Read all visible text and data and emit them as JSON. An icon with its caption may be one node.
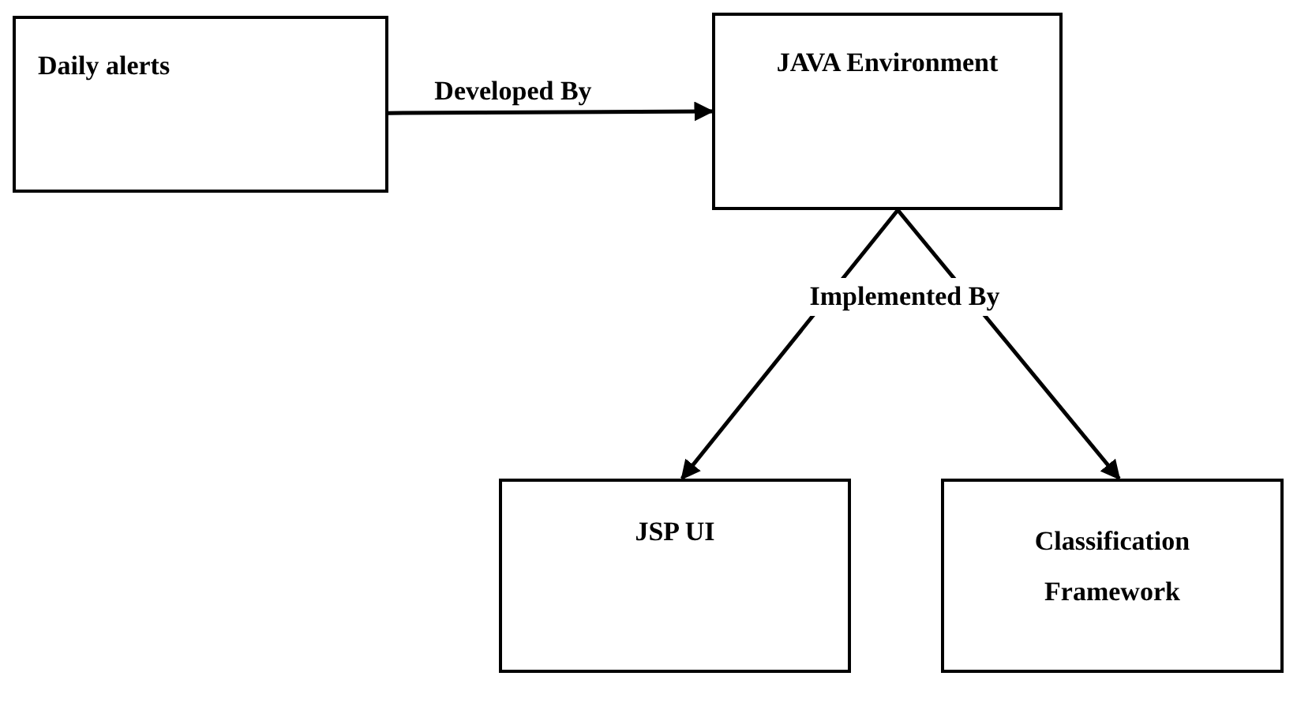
{
  "diagram": {
    "nodes": [
      {
        "text": [
          "Daily alerts"
        ]
      },
      {
        "text": [
          "JAVA Environment"
        ]
      },
      {
        "text": [
          "JSP UI"
        ]
      },
      {
        "text": [
          "Classification Framework"
        ]
      }
    ],
    "edges": [
      {
        "from": 0,
        "to": 1,
        "arrow": "to",
        "label": "Developed By"
      },
      {
        "from": 1,
        "to": 2,
        "arrow": "to",
        "label": "Implemented By"
      },
      {
        "from": 1,
        "to": 3,
        "arrow": "to"
      }
    ]
  }
}
